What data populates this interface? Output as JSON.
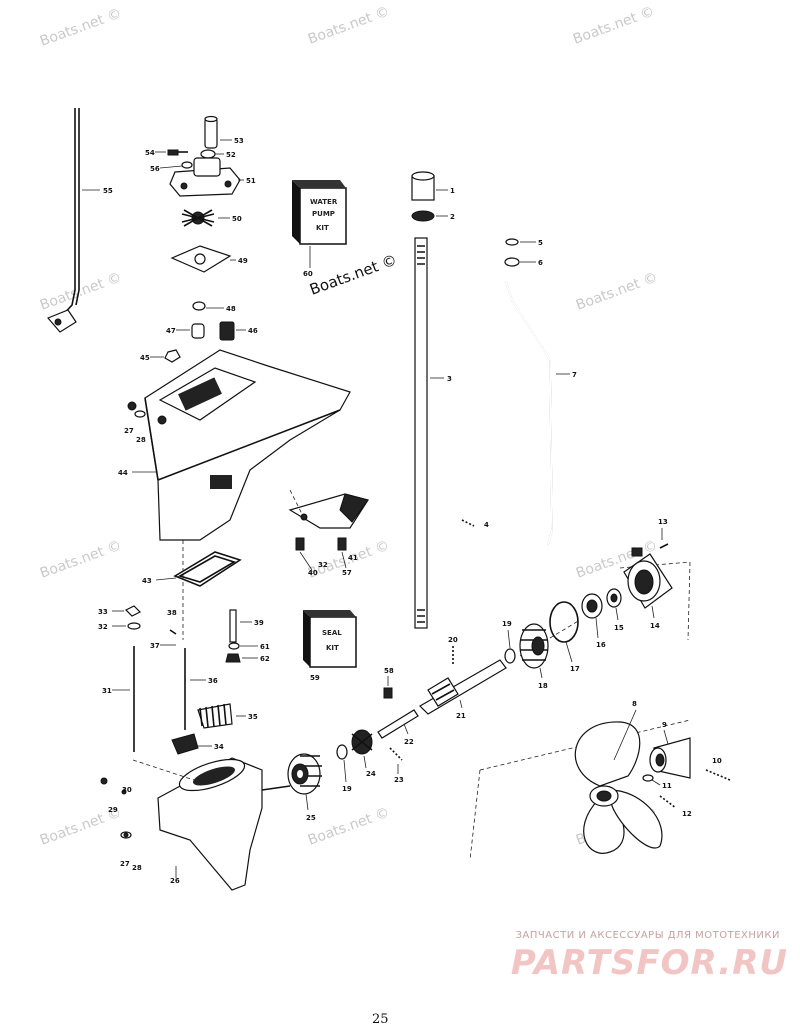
{
  "watermark": "Boats.net ©",
  "footer": {
    "tagline": "ЗАПЧАСТИ И АКСЕССУАРЫ ДЛЯ МОТОТЕХНИКИ",
    "logo": "PARTSFOR.RU"
  },
  "page_number": "25",
  "kits": {
    "water_pump": [
      "WATER",
      "PUMP",
      "KIT"
    ],
    "seal": [
      "SEAL",
      "KIT"
    ]
  },
  "callouts": {
    "c1": "1",
    "c2": "2",
    "c3": "3",
    "c4": "4",
    "c5": "5",
    "c6": "6",
    "c7": "7",
    "c8": "8",
    "c9": "9",
    "c10": "10",
    "c11": "11",
    "c12": "12",
    "c13": "13",
    "c14": "14",
    "c15": "15",
    "c16": "16",
    "c17": "17",
    "c18": "18",
    "c19a": "19",
    "c19b": "19",
    "c20": "20",
    "c21": "21",
    "c22": "22",
    "c23": "23",
    "c24": "24",
    "c25": "25",
    "c26": "26",
    "c27a": "27",
    "c27b": "27",
    "c28a": "28",
    "c28b": "28",
    "c29": "29",
    "c30": "30",
    "c31": "31",
    "c32a": "32",
    "c32b": "32",
    "c33": "33",
    "c34": "34",
    "c35": "35",
    "c36": "36",
    "c37": "37",
    "c38": "38",
    "c39": "39",
    "c40": "40",
    "c41": "41",
    "c43": "43",
    "c44": "44",
    "c45": "45",
    "c46": "46",
    "c47": "47",
    "c48": "48",
    "c49": "49",
    "c50": "50",
    "c51": "51",
    "c52": "52",
    "c53": "53",
    "c54": "54",
    "c55": "55",
    "c56": "56",
    "c57": "57",
    "c58": "58",
    "c59": "59",
    "c60": "60",
    "c61": "61",
    "c62": "62"
  }
}
